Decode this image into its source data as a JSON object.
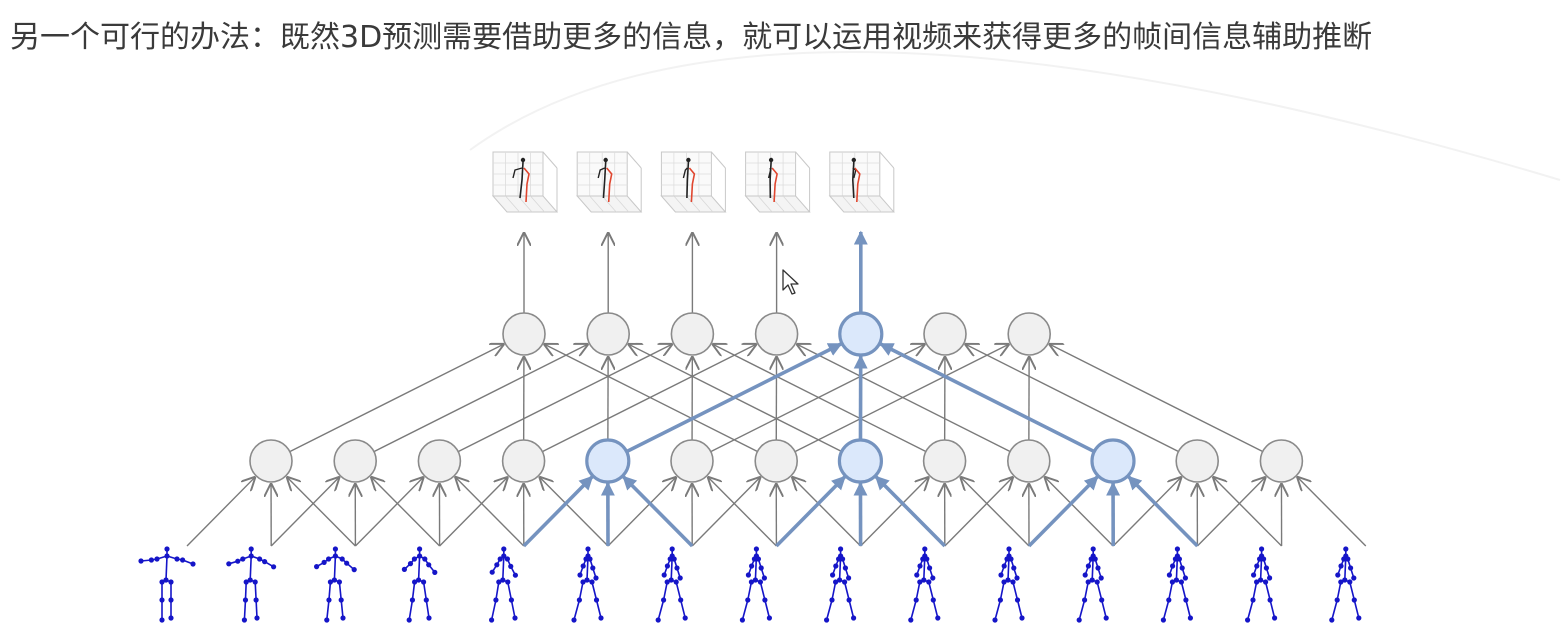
{
  "caption": "另一个可行的办法：既然3D预测需要借助更多的信息，就可以运用视频来获得更多的帧间信息辅助推断",
  "diagram": {
    "input_frame_count": 15,
    "hidden_layer_1_count": 13,
    "hidden_layer_2_count": 7,
    "output_3d_pose_count": 5,
    "highlighted_layer_1_nodes": [
      4,
      7,
      10
    ],
    "highlighted_layer_2_node": 4,
    "highlighted_output": 4,
    "highlighted_input_frames": [
      4,
      5,
      6,
      7,
      8,
      9,
      10,
      11,
      12
    ],
    "colors": {
      "node_fill": "#f0f0f0",
      "node_stroke": "#8a8a8a",
      "highlight_fill": "#dbe8fb",
      "highlight_stroke": "#7593bf",
      "edge": "#7a7a7a",
      "skeleton": "#1515c8",
      "pose_red": "#e0462f"
    }
  }
}
